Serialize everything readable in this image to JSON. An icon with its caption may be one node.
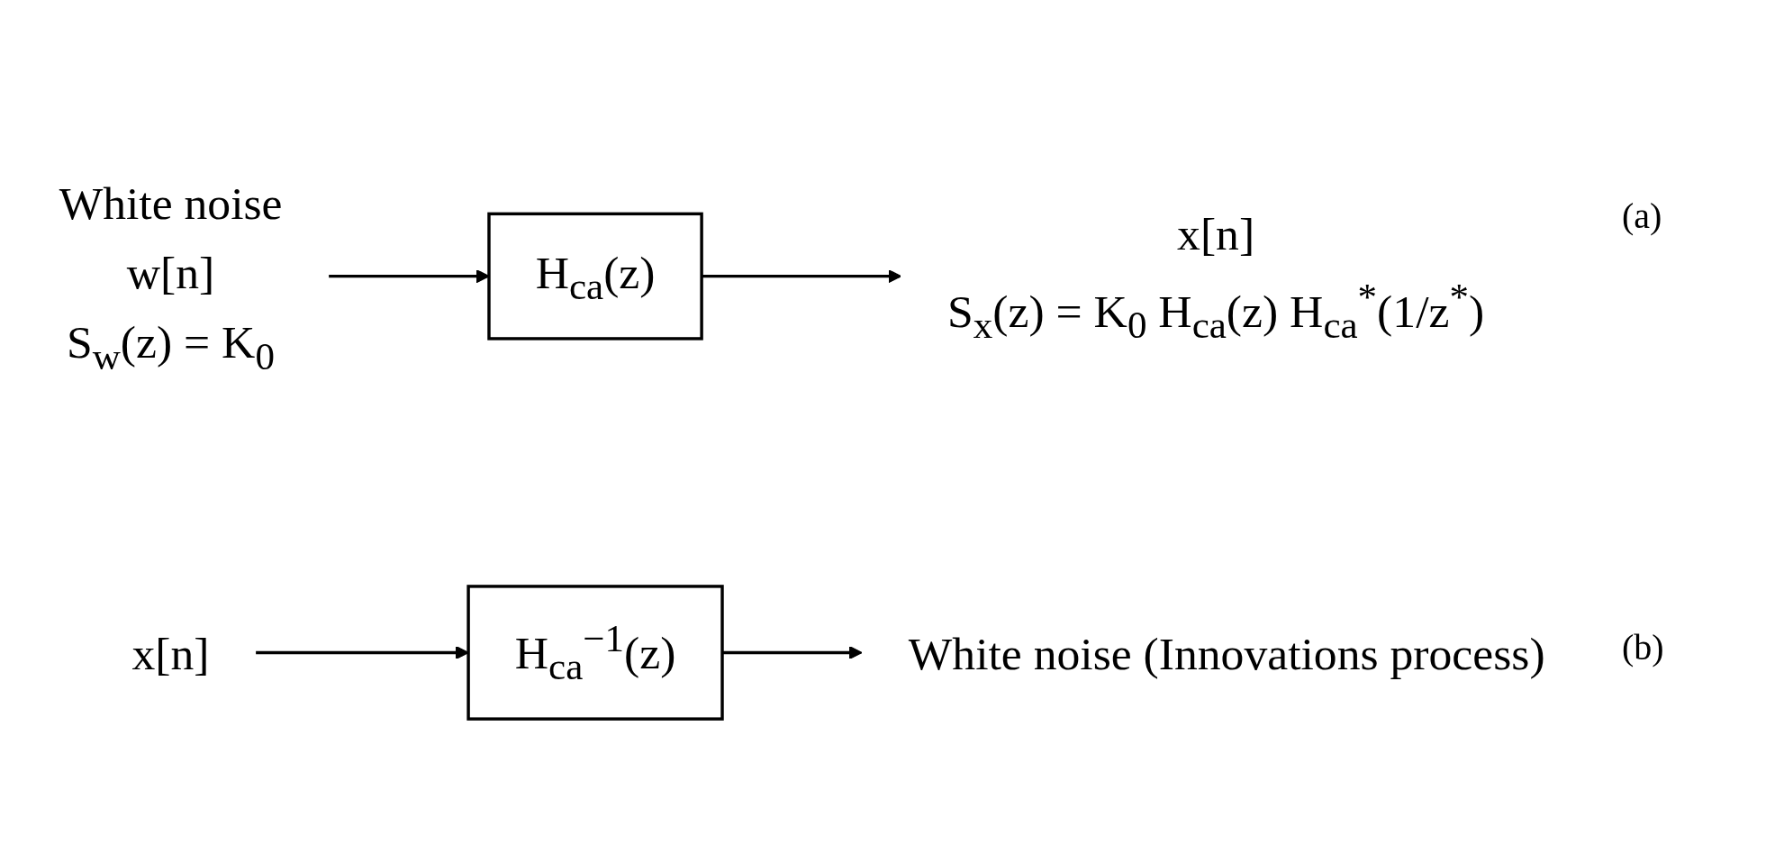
{
  "diagram": {
    "nodes": [
      {
        "text": [
          "White noise",
          "w[n]",
          "S$_{w}$(z) = K$_{0}$"
        ]
      },
      {
        "text": [
          "H$_{ca}$(z)"
        ]
      },
      {
        "text": [
          "x[n]",
          "S$_{x}$(z) = K$_{0}$ H$_{ca}$(z) H$_{ca}$$^{*}$(1/z$^{*}$)"
        ]
      },
      {
        "text": [
          "x[n]"
        ]
      },
      {
        "text": [
          "H$_{ca}$$^{−1}$(z)"
        ]
      },
      {
        "text": [
          "White noise (Innovations process)"
        ]
      }
    ],
    "edges": [
      {
        "from": 0,
        "to": 1,
        "arrow": "to"
      },
      {
        "from": 1,
        "to": 2,
        "arrow": "to"
      },
      {
        "from": 3,
        "to": 4,
        "arrow": "to"
      },
      {
        "from": 4,
        "to": 5,
        "arrow": "to"
      }
    ],
    "labels": [
      "(a)",
      "(b)"
    ]
  }
}
